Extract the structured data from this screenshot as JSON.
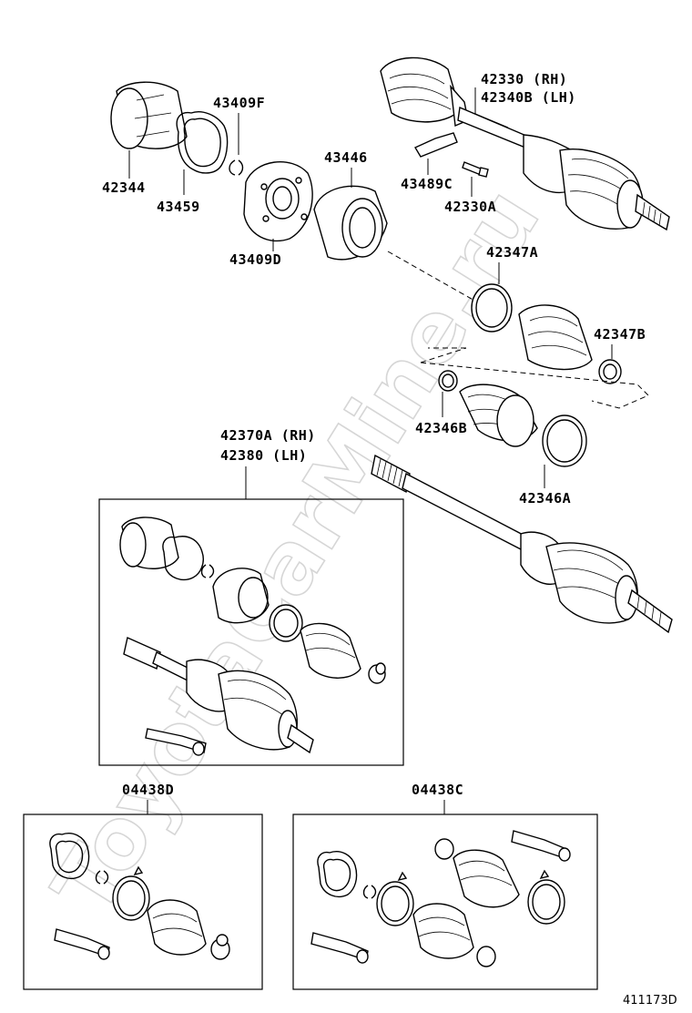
{
  "labels": {
    "p42330": "42330 (RH)",
    "p42340b": "42340B (LH)",
    "p43409f": "43409F",
    "p43446": "43446",
    "p42344": "42344",
    "p43459": "43459",
    "p43489c": "43489C",
    "p42330a": "42330A",
    "p43409d": "43409D",
    "p42347a": "42347A",
    "p42347b": "42347B",
    "p42346b": "42346B",
    "p42370a": "42370A (RH)",
    "p42380": "42380 (LH)",
    "p42346a": "42346A",
    "p04438d": "04438D",
    "p04438c": "04438C"
  },
  "reference_code": "411173D",
  "watermark": "ToyotaCarMine.ru"
}
